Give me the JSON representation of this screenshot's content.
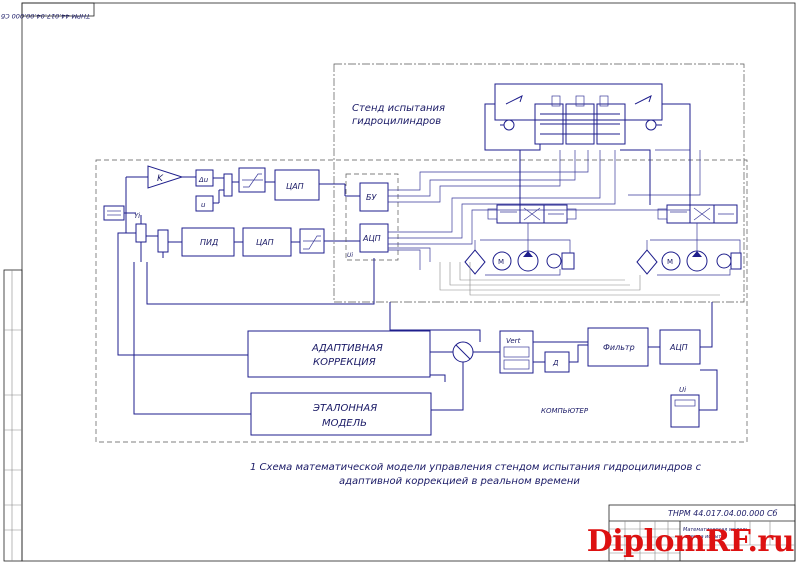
{
  "doc_code_rotated": "ТНРМ 44.017.04.00.000 Сб",
  "doc_code": "ТНРМ 44.017.04.00.000 Сб",
  "stand_title_line1": "Стенд испытания",
  "stand_title_line2": "гидроцилиндров",
  "blocks": {
    "k": "K",
    "du": "Δu",
    "u": "u",
    "dac1": "ЦАП",
    "pid": "ПИД",
    "dac2": "ЦАП",
    "bu": "БУ",
    "adc_left": "АЦП",
    "ui": "Ui",
    "adaptive_line1": "АДАПТИВНАЯ",
    "adaptive_line2": "КОРРЕКЦИЯ",
    "reference_line1": "ЭТАЛОННАЯ",
    "reference_line2": "МОДЕЛЬ",
    "vert": "Vert",
    "delta": "Д",
    "filter": "Фильтр",
    "adc_right": "АЦП",
    "ui2": "Ui",
    "computer": "КОМПЬЮТЕР"
  },
  "caption_line1": "1 Схема математической модели управления стендом испытания гидроцилиндров с",
  "caption_line2": "адаптивной коррекцией в реальном времени",
  "title_block": {
    "name_line1": "Математическая модель",
    "name_line2": "стенда испыт."
  },
  "logo": "DiplomRF.ru"
}
